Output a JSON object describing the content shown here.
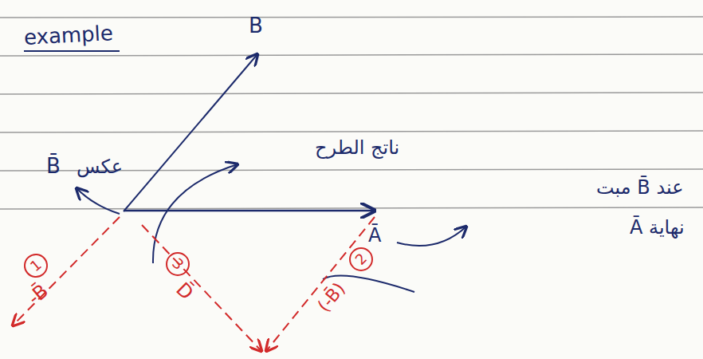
{
  "diagram": {
    "title": "example",
    "labels": [
      "B",
      "عكس",
      "B̄",
      "ناتج الطرح",
      "مبت B̄ عند",
      "نهاية Ā",
      "Ā",
      "1",
      "-B̄",
      "3",
      "D̄",
      "2",
      "(-B̄)"
    ]
  }
}
